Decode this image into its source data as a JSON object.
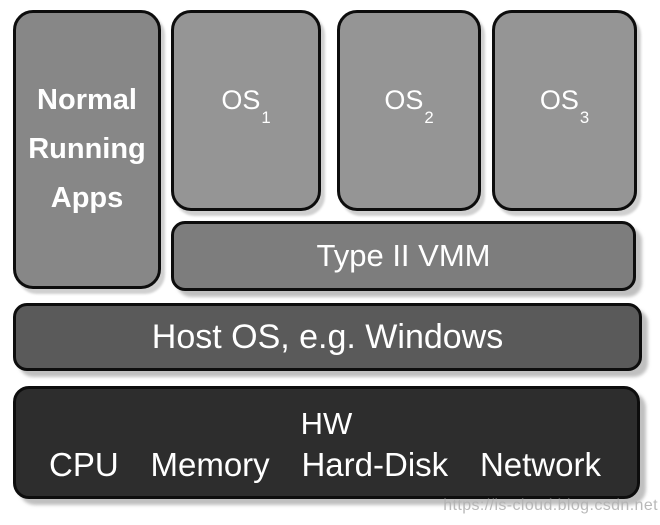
{
  "diagram": {
    "title_semantic": "Type II VMM architecture stack",
    "apps_box": {
      "lines": [
        "Normal",
        "Running",
        "Apps"
      ]
    },
    "os_boxes": [
      {
        "base": "OS",
        "sub": "1"
      },
      {
        "base": "OS",
        "sub": "2"
      },
      {
        "base": "OS",
        "sub": "3"
      }
    ],
    "vmm_label": "Type II VMM",
    "host_label": "Host OS, e.g. Windows",
    "hw": {
      "title": "HW",
      "components": [
        "CPU",
        "Memory",
        "Hard-Disk",
        "Network"
      ]
    },
    "watermark": "https://is-cloud.blog.csdn.net",
    "colors": {
      "apps_box_fill": "#878787",
      "os_box_fill": "#959595",
      "vmm_fill": "#7d7d7d",
      "host_fill": "#5a5a5a",
      "hw_fill": "#2d2d2d",
      "border": "#0d0d0d",
      "text": "#ffffff",
      "watermark_text": "#b2b2b2",
      "background": "#ffffff"
    }
  }
}
